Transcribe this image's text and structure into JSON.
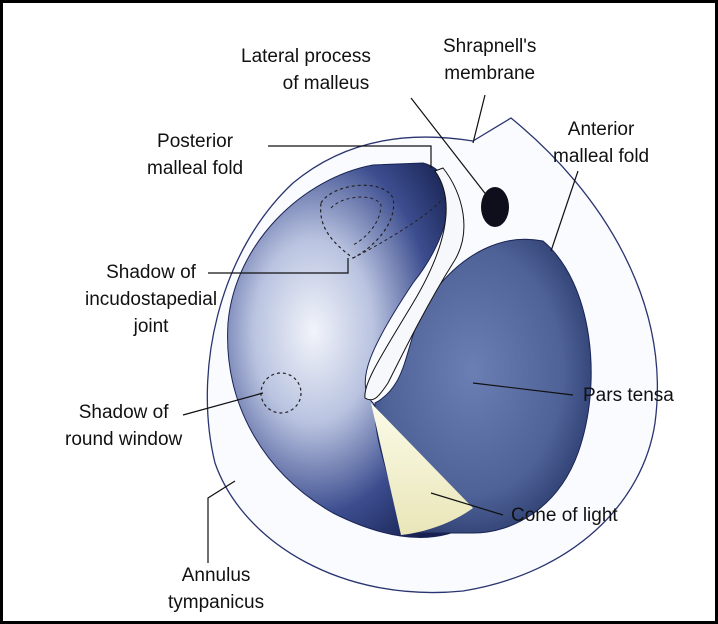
{
  "labels": {
    "lateral_process": [
      "Lateral process",
      "of malleus"
    ],
    "shrapnell": [
      "Shrapnell's",
      "membrane"
    ],
    "anterior_fold": [
      "Anterior",
      "malleal fold"
    ],
    "posterior_fold": [
      "Posterior",
      "malleal fold"
    ],
    "incudostapedial": [
      "Shadow of",
      "incudostapedial",
      "joint"
    ],
    "pars_tensa": "Pars tensa",
    "round_window": [
      "Shadow of",
      "round window"
    ],
    "cone_of_light": "Cone of light",
    "annulus": [
      "Annulus",
      "tympanicus"
    ]
  },
  "colors": {
    "membrane_dark": "#1d2c63",
    "membrane_light": "#e8ecf6",
    "cone": "#f4f2d0",
    "outline": "#2a3570"
  }
}
